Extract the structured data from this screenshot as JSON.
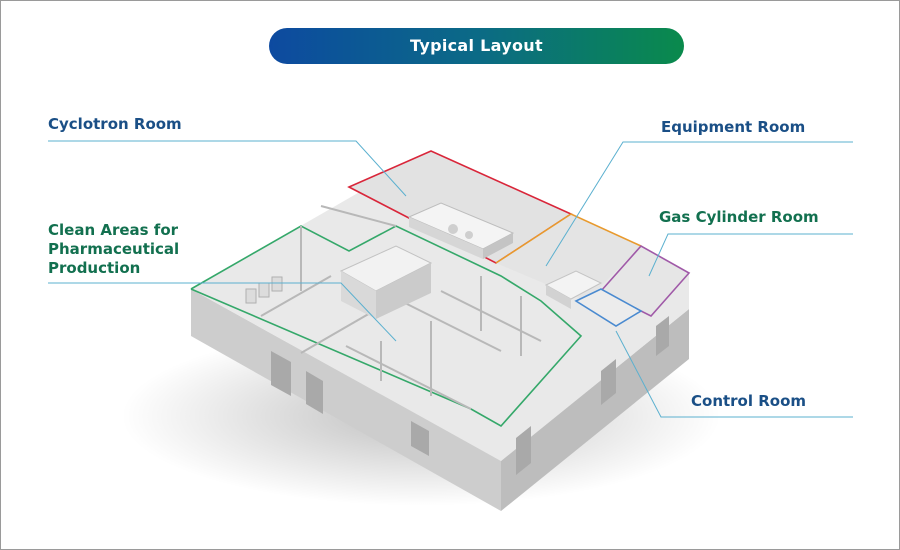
{
  "title": "Typical Layout",
  "labels": {
    "cyclotron_room": "Cyclotron Room",
    "clean_areas_line1": "Clean Areas for",
    "clean_areas_line2": "Pharmaceutical",
    "clean_areas_line3": "Production",
    "equipment_room": "Equipment Room",
    "gas_cylinder_room": "Gas Cylinder Room",
    "control_room": "Control Room"
  },
  "colors": {
    "title_gradient_start": "#0d4aa0",
    "title_gradient_end": "#0a8a4c",
    "label_text": "#1a4f86",
    "label_text_green": "#12704f",
    "leader_line": "#5bb0cf",
    "cyclotron_outline": "#d9263a",
    "clean_area_outline": "#35a86a",
    "equipment_outline": "#e89a2e",
    "gas_cylinder_outline": "#a05aa8",
    "control_outline": "#4a8ad0",
    "floor": "#e9e9e9",
    "wall_top": "#f7f7f7",
    "wall_side": "#c9c9c9"
  }
}
